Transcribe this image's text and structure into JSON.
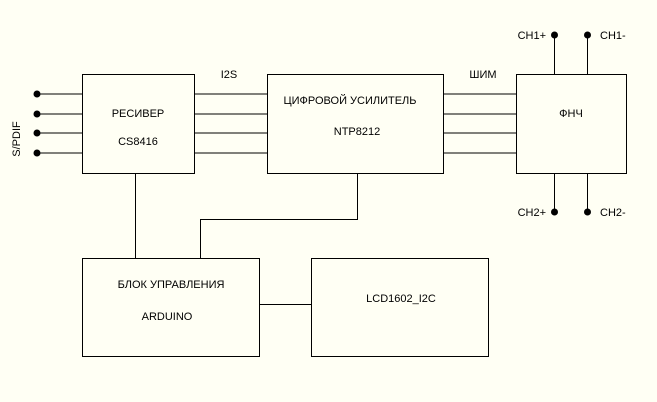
{
  "diagram": {
    "background_color": "#FFFFF4",
    "input_label": "S/PDIF",
    "bus_labels": {
      "receiver_to_amp": "I2S",
      "amp_to_filter": "ШИМ"
    },
    "blocks": {
      "receiver": {
        "title": "РЕСИВЕР",
        "subtitle": "CS8416"
      },
      "amplifier": {
        "title": "ЦИФРОВОЙ УСИЛИТЕЛЬ",
        "subtitle": "NTP8212"
      },
      "filter": {
        "title": "ФНЧ"
      },
      "control": {
        "title": "БЛОК УПРАВЛЕНИЯ",
        "subtitle": "ARDUINO"
      },
      "display": {
        "title": "LCD1602_I2C"
      }
    },
    "outputs": {
      "ch1_plus": "CH1+",
      "ch1_minus": "CH1-",
      "ch2_plus": "CH2+",
      "ch2_minus": "CH2-"
    }
  }
}
